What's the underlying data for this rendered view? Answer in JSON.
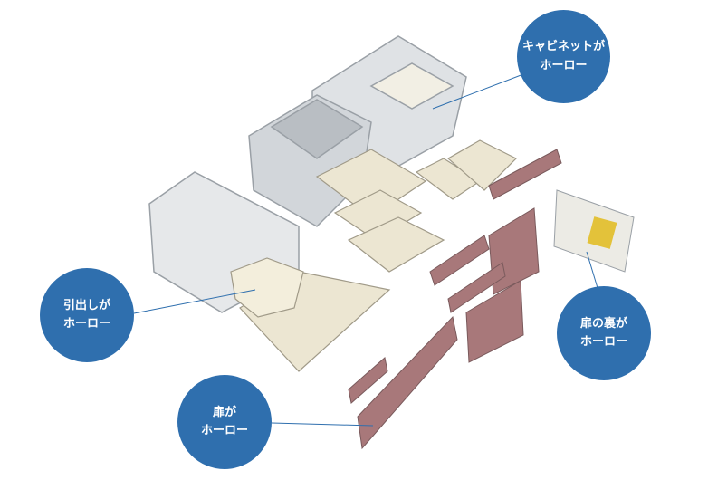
{
  "labels": {
    "cabinet": {
      "line1": "キャビネットが",
      "line2": "ホーロー"
    },
    "drawer": {
      "line1": "引出しが",
      "line2": "ホーロー"
    },
    "door": {
      "line1": "扉が",
      "line2": "ホーロー"
    },
    "door_back": {
      "line1": "扉の裏が",
      "line2": "ホーロー"
    }
  },
  "colors": {
    "bubble": "#2f6fae",
    "frame": "#c9ccd0",
    "drawer": "#ece6d2",
    "door": "#a8787a"
  }
}
